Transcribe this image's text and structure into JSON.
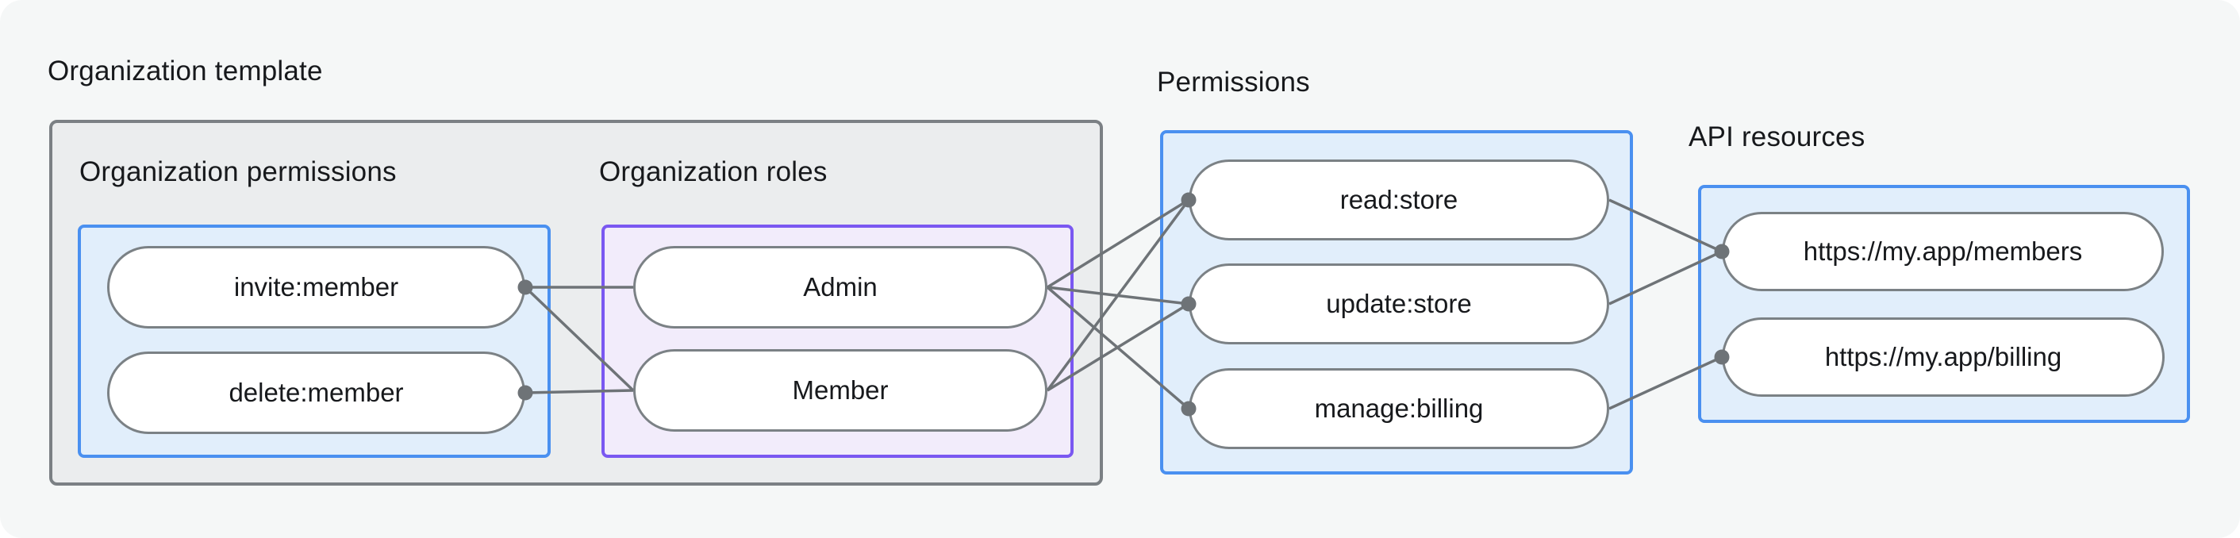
{
  "titles": {
    "org_template": "Organization template",
    "org_permissions": "Organization permissions",
    "org_roles": "Organization roles",
    "permissions": "Permissions",
    "api_resources": "API resources"
  },
  "groups": {
    "org_permissions": {
      "pills": [
        {
          "id": "invite",
          "label": "invite:member",
          "dot": "right"
        },
        {
          "id": "delete",
          "label": "delete:member",
          "dot": "right"
        }
      ]
    },
    "org_roles": {
      "pills": [
        {
          "id": "admin",
          "label": "Admin",
          "dot": null
        },
        {
          "id": "member",
          "label": "Member",
          "dot": null
        }
      ]
    },
    "permissions": {
      "pills": [
        {
          "id": "read",
          "label": "read:store",
          "dot": "left"
        },
        {
          "id": "update",
          "label": "update:store",
          "dot": "left"
        },
        {
          "id": "manage",
          "label": "manage:billing",
          "dot": "left"
        }
      ]
    },
    "api_resources": {
      "pills": [
        {
          "id": "members",
          "label": "https://my.app/members",
          "dot": "left"
        },
        {
          "id": "billing",
          "label": "https://my.app/billing",
          "dot": "left"
        }
      ]
    }
  },
  "edges": [
    {
      "from": "invite",
      "from_side": "right",
      "to": "admin",
      "to_side": "left"
    },
    {
      "from": "invite",
      "from_side": "right",
      "to": "member",
      "to_side": "left"
    },
    {
      "from": "delete",
      "from_side": "right",
      "to": "member",
      "to_side": "left"
    },
    {
      "from": "admin",
      "from_side": "right",
      "to": "read",
      "to_side": "left"
    },
    {
      "from": "admin",
      "from_side": "right",
      "to": "update",
      "to_side": "left"
    },
    {
      "from": "admin",
      "from_side": "right",
      "to": "manage",
      "to_side": "left"
    },
    {
      "from": "member",
      "from_side": "right",
      "to": "read",
      "to_side": "left"
    },
    {
      "from": "member",
      "from_side": "right",
      "to": "update",
      "to_side": "left"
    },
    {
      "from": "read",
      "from_side": "right",
      "to": "members",
      "to_side": "left"
    },
    {
      "from": "update",
      "from_side": "right",
      "to": "members",
      "to_side": "left"
    },
    {
      "from": "manage",
      "from_side": "right",
      "to": "billing",
      "to_side": "left"
    }
  ],
  "colors": {
    "page_bg": "#f5f7f7",
    "text": "#17191c",
    "gray_box_fill": "#ebedee",
    "gray_box_border": "#7b8084",
    "blue_fill": "#e1eefb",
    "blue_border": "#4a90f0",
    "purple_fill": "#f2ecfb",
    "purple_border": "#7a58f1",
    "pill_border": "#7b8185",
    "line": "#6e7377"
  },
  "dot_radius": 9.5
}
